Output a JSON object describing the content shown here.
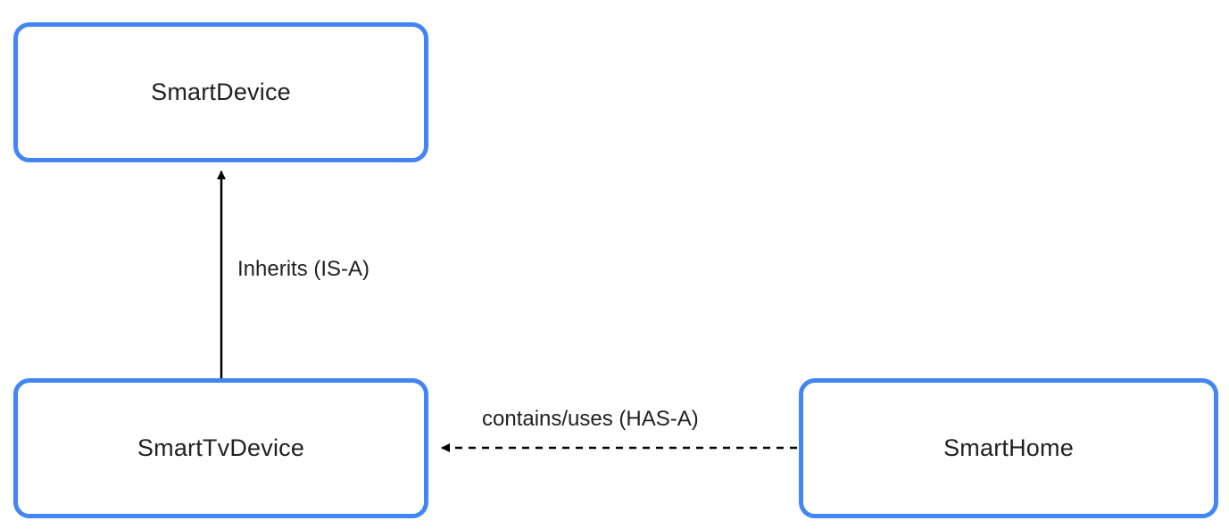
{
  "diagram": {
    "nodes": [
      {
        "id": "smart-device",
        "label": "SmartDevice"
      },
      {
        "id": "smart-tv-device",
        "label": "SmartTvDevice"
      },
      {
        "id": "smart-home",
        "label": "SmartHome"
      }
    ],
    "edges": [
      {
        "from": "SmartTvDevice",
        "to": "SmartDevice",
        "label": "Inherits (IS-A)",
        "style": "solid",
        "direction": "up"
      },
      {
        "from": "SmartHome",
        "to": "SmartTvDevice",
        "label": "contains/uses (HAS-A)",
        "style": "dashed",
        "direction": "left"
      }
    ],
    "colors": {
      "node_border": "#4285f4",
      "node_fill": "#ffffff",
      "text": "#202124",
      "arrow": "#000000"
    }
  }
}
